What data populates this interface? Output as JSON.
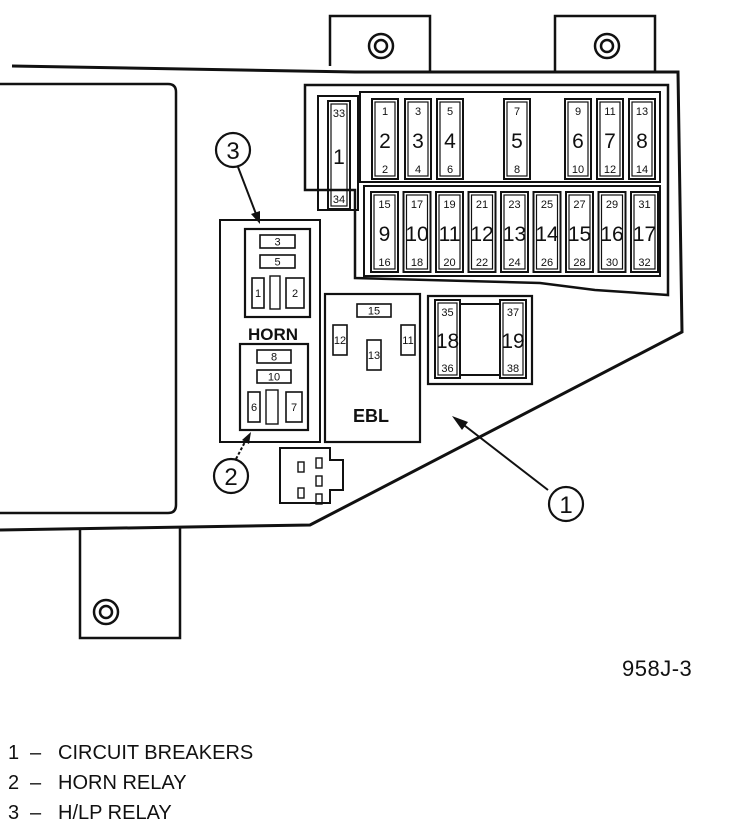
{
  "figure_code": "958J-3",
  "callouts": [
    "1",
    "2",
    "3"
  ],
  "fuses": {
    "left_33_34": {
      "top": "33",
      "mid": "1",
      "bot": "34"
    },
    "top_row": [
      {
        "top": "1",
        "mid": "2",
        "bot": "2"
      },
      {
        "top": "3",
        "mid": "3",
        "bot": "4"
      },
      {
        "top": "5",
        "mid": "4",
        "bot": "6"
      },
      {
        "top": "7",
        "mid": "5",
        "bot": "8"
      },
      {
        "top": "9",
        "mid": "6",
        "bot": "10"
      },
      {
        "top": "11",
        "mid": "7",
        "bot": "12"
      },
      {
        "top": "13",
        "mid": "8",
        "bot": "14"
      }
    ],
    "bottom_row": [
      {
        "top": "15",
        "mid": "9",
        "bot": "16"
      },
      {
        "top": "17",
        "mid": "10",
        "bot": "18"
      },
      {
        "top": "19",
        "mid": "11",
        "bot": "20"
      },
      {
        "top": "21",
        "mid": "12",
        "bot": "22"
      },
      {
        "top": "23",
        "mid": "13",
        "bot": "24"
      },
      {
        "top": "25",
        "mid": "14",
        "bot": "26"
      },
      {
        "top": "27",
        "mid": "15",
        "bot": "28"
      },
      {
        "top": "29",
        "mid": "16",
        "bot": "30"
      },
      {
        "top": "31",
        "mid": "17",
        "bot": "32"
      }
    ],
    "breaker_18": {
      "top": "35",
      "mid": "18",
      "bot": "36"
    },
    "breaker_19": {
      "top": "37",
      "mid": "19",
      "bot": "38"
    }
  },
  "relays": {
    "hlp": {
      "t1": "3",
      "t2": "5",
      "l": "1",
      "r": "2"
    },
    "horn_label": "HORN",
    "horn": {
      "t1": "8",
      "t2": "10",
      "l": "6",
      "r": "7"
    },
    "ebl": {
      "label": "EBL",
      "t15": "15",
      "t12": "12",
      "t13": "13",
      "t11": "11"
    }
  },
  "legend": [
    {
      "num": "1",
      "dash": "–",
      "text": "CIRCUIT BREAKERS"
    },
    {
      "num": "2",
      "dash": "–",
      "text": "HORN RELAY"
    },
    {
      "num": "3",
      "dash": "–",
      "text": "H/LP RELAY"
    }
  ]
}
